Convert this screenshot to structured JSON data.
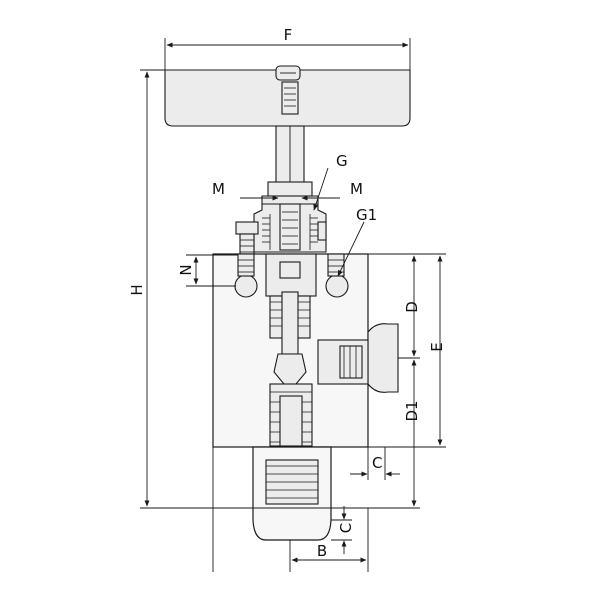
{
  "diagram": {
    "labels": {
      "F": "F",
      "H": "H",
      "G": "G",
      "G1": "G1",
      "M_left": "M",
      "M_right": "M",
      "N": "N",
      "D": "D",
      "E": "E",
      "D1": "D1",
      "C_upper": "C",
      "C_lower": "C",
      "B": "B"
    }
  }
}
